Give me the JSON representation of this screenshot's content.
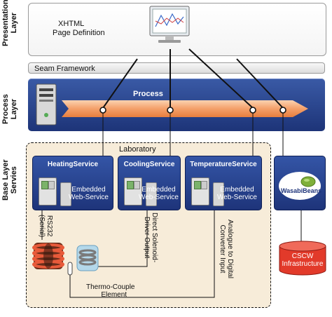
{
  "layers": {
    "presentation": [
      "Presentation",
      "Layer"
    ],
    "process": [
      "Process",
      "Layer"
    ],
    "base": [
      "Base Layer",
      "Servies"
    ]
  },
  "presentation": {
    "line1": "XHTML",
    "line2": "Page Definition"
  },
  "seam": "Seam Framework",
  "process_label": "Process",
  "laboratory": "Laboratory",
  "services": [
    {
      "title": "HeatingService",
      "line1": "Embedded",
      "line2": "Web-Service"
    },
    {
      "title": "CoolingService",
      "line1": "Embedded",
      "line2": "Web-Service"
    },
    {
      "title": "TemperatureService",
      "line1": "Embedded",
      "line2": "Web-Service"
    }
  ],
  "wasabi_label": "WasabiBeans",
  "cscw": {
    "line1": "CSCW",
    "line2": "Infrastructure"
  },
  "connections": {
    "rs232": [
      "RS232",
      "(Serial)"
    ],
    "solenoid": [
      "Direct Solenoid-",
      "Driver Output"
    ],
    "analogue": [
      "Analogue to Digital",
      "Converter Input"
    ],
    "thermo": [
      "Thermo-Couple",
      "Element"
    ]
  },
  "colors": {
    "process_blue": "#1e347a",
    "arrow_orange": "#f4a06a",
    "lab_bg": "#f7ecd9",
    "db_red": "#e23a2a",
    "wasabi_green": "#7fb03a"
  }
}
